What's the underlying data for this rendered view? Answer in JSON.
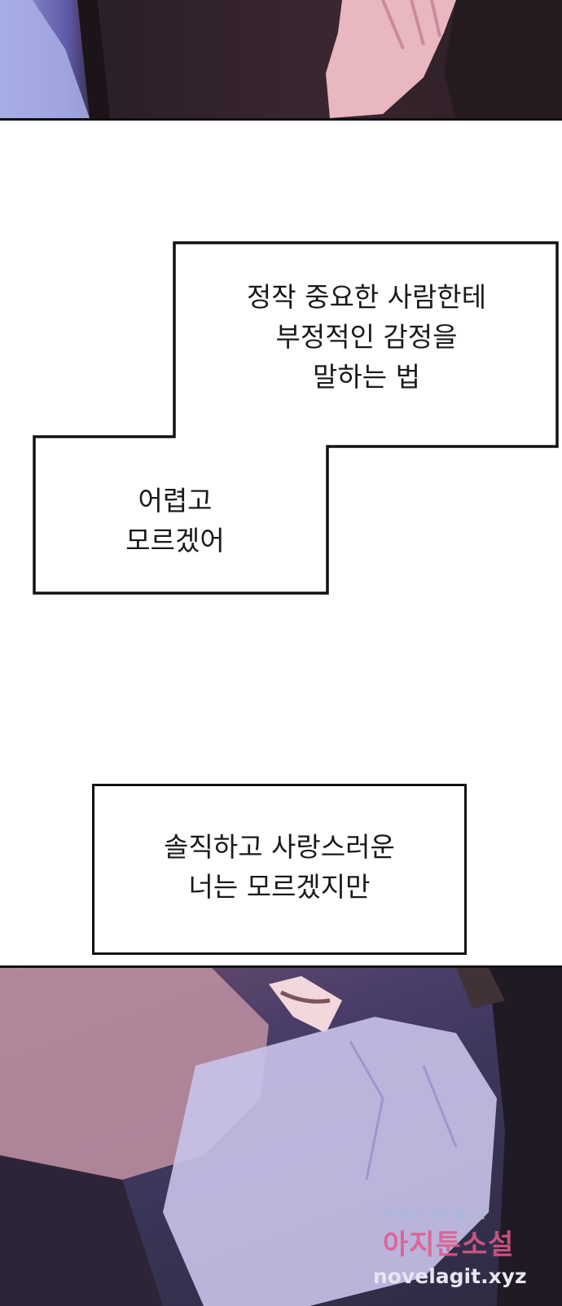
{
  "dialogue": {
    "bubble1_lines": [
      "정작 중요한 사람한테",
      "부정적인 감정을",
      "말하는 법"
    ],
    "bubble2_lines": [
      "어렵고",
      "모르겠어"
    ],
    "bubble3_lines": [
      "솔직하고 사랑스러운",
      "너는 모르겠지만"
    ]
  },
  "watermark": {
    "tagline": "국내최초 무료 웹소설",
    "logo": "아지툰소설",
    "url": "novelagit.xyz"
  },
  "colors": {
    "bubble_border": "#111111",
    "bubble_fill": "#ffffff",
    "top_panel": "#2b1f2a",
    "bottom_panel": "#3a3558",
    "watermark_logo": "#e05a8c"
  }
}
